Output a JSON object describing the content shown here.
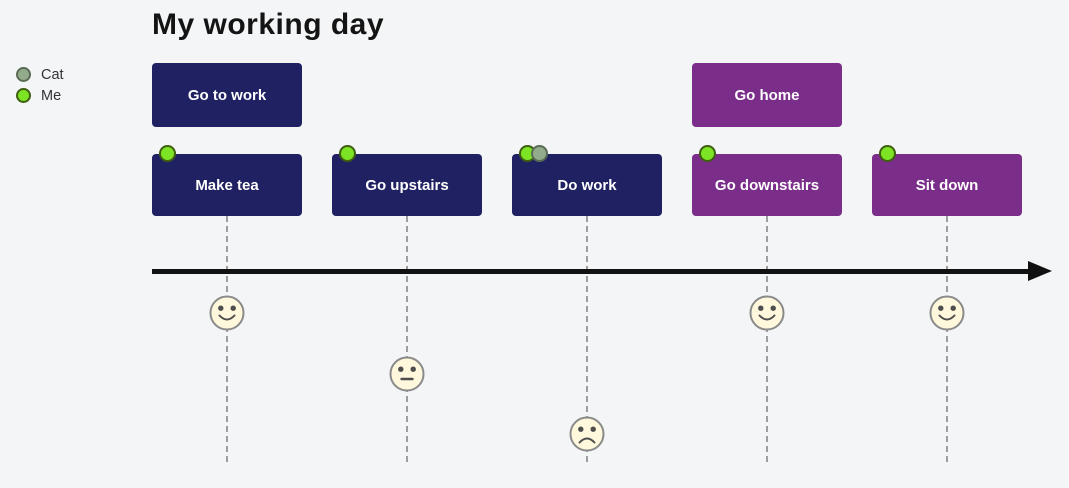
{
  "title": "My working day",
  "diagram_type": "user-journey-timeline",
  "legend": [
    {
      "name": "Cat",
      "fill": "#92ab8b",
      "stroke": "#5a6b55"
    },
    {
      "name": "Me",
      "fill": "#7ce425",
      "stroke": "#3f5e10"
    }
  ],
  "sections": [
    {
      "label": "Go to work",
      "color": "#1f2163",
      "first_task": 0
    },
    {
      "label": "Go home",
      "color": "#7b2d8a",
      "first_task": 3
    }
  ],
  "tasks": [
    {
      "label": "Make tea",
      "section": 0,
      "score": 5,
      "mood": "happy",
      "actors": [
        "Me"
      ]
    },
    {
      "label": "Go upstairs",
      "section": 0,
      "score": 3,
      "mood": "neutral",
      "actors": [
        "Me"
      ]
    },
    {
      "label": "Do work",
      "section": 0,
      "score": 1,
      "mood": "sad",
      "actors": [
        "Me",
        "Cat"
      ]
    },
    {
      "label": "Go downstairs",
      "section": 1,
      "score": 5,
      "mood": "happy",
      "actors": [
        "Me"
      ]
    },
    {
      "label": "Sit down",
      "section": 1,
      "score": 5,
      "mood": "happy",
      "actors": [
        "Me"
      ]
    }
  ],
  "colors": {
    "background": "#f4f5f6",
    "task_text": "#ffffff",
    "axis": "#111111",
    "face_fill": "#FFF8DC",
    "face_stroke": "#8a8a8a",
    "face_feature": "#4d4d4d",
    "dashed_line": "#9e9e9e"
  }
}
